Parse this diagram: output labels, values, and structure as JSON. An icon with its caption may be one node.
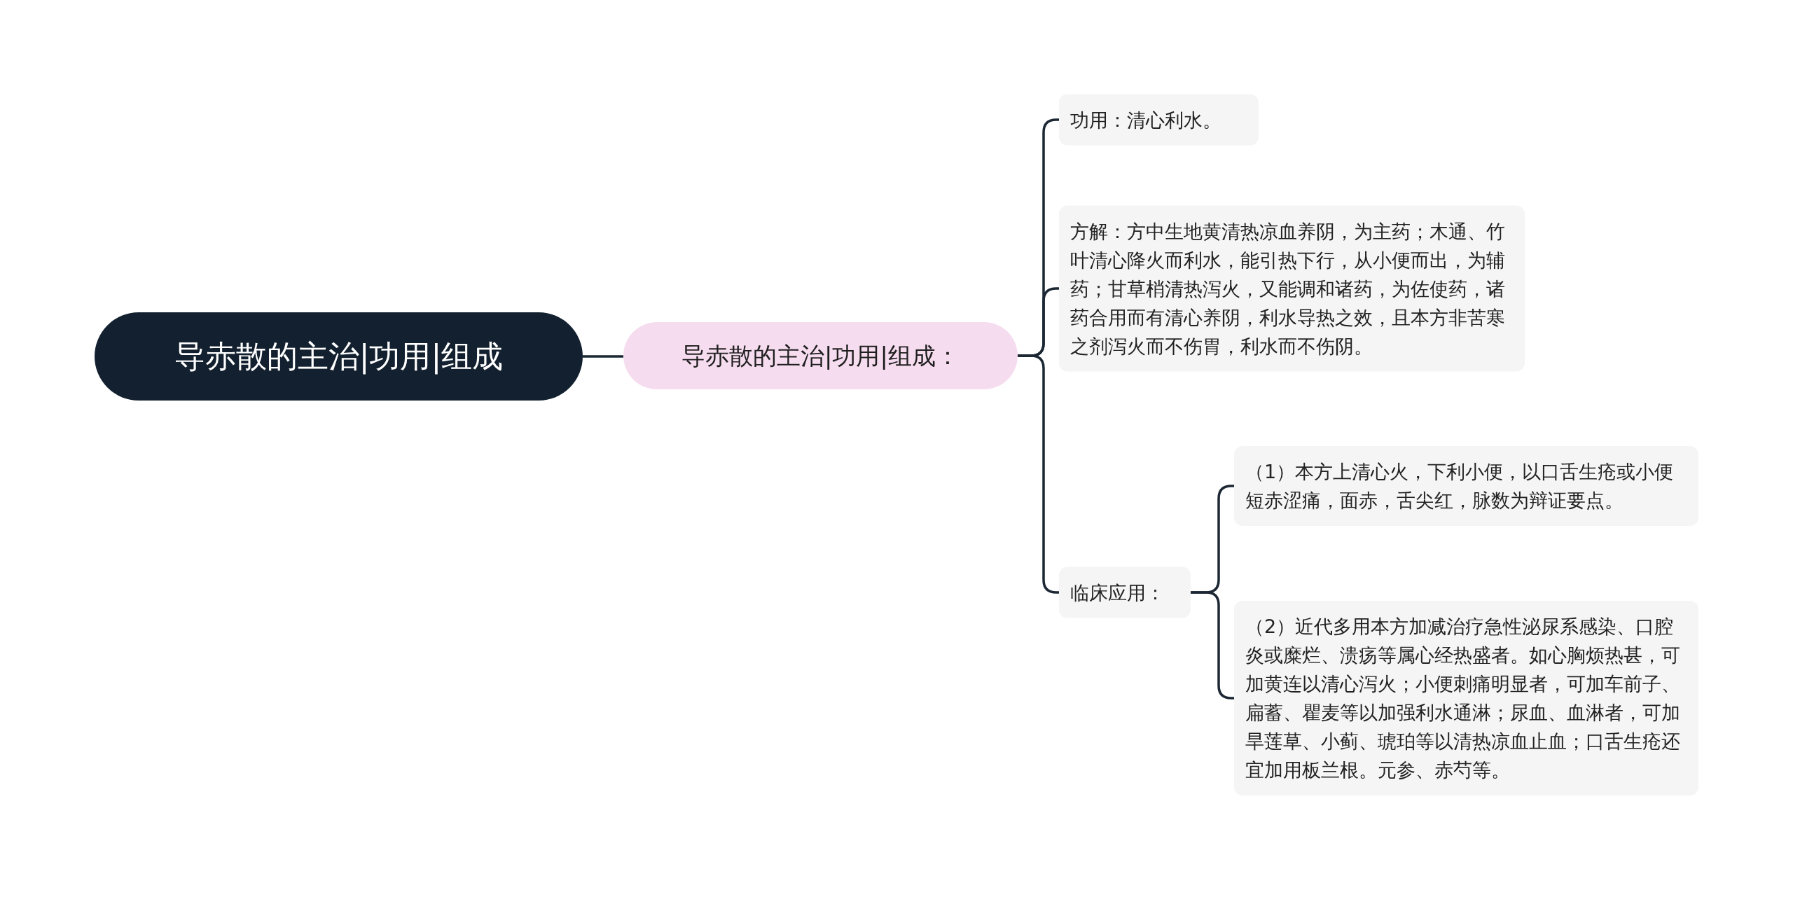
{
  "diagram": {
    "nodes": [
      {
        "text": [
          "导赤散的主治|功用|组成"
        ]
      },
      {
        "text": [
          "导赤散的主治|功用|组成："
        ]
      },
      {
        "text": [
          "功用：清心利水。"
        ]
      },
      {
        "text": [
          "方解：方中生地黄清热凉血养阴，为主药；木通、竹叶清心降火而利水，能引热下行，从小便而出，为辅药；甘草梢清热泻火，又能调和诸药，为佐使药，诸药合用而有清心养阴，利水导热之效，且本方非苦寒之剂泻火而不伤胃，利水而不伤阴。"
        ]
      },
      {
        "text": [
          "临床应用："
        ]
      },
      {
        "text": [
          "（1）本方上清心火，下利小便，以口舌生疮或小便短赤涩痛，面赤，舌尖红，脉数为辩证要点。"
        ]
      },
      {
        "text": [
          "（2）近代多用本方加减治疗急性泌尿系感染、口腔炎或糜烂、溃疡等属心经热盛者。如心胸烦热甚，可加黄连以清心泻火；小便刺痛明显者，可加车前子、扁蓄、瞿麦等以加强利水通淋；尿血、血淋者，可加旱莲草、小蓟、琥珀等以清热凉血止血；口舌生疮还宜加用板兰根。元参、赤芍等。"
        ]
      }
    ],
    "edges": [
      {
        "from": 0,
        "to": 1,
        "arrow": "none"
      },
      {
        "from": 1,
        "to": 2,
        "arrow": "none"
      },
      {
        "from": 1,
        "to": 3,
        "arrow": "none"
      },
      {
        "from": 1,
        "to": 4,
        "arrow": "none"
      },
      {
        "from": 4,
        "to": 5,
        "arrow": "none"
      },
      {
        "from": 4,
        "to": 6,
        "arrow": "none"
      }
    ]
  }
}
